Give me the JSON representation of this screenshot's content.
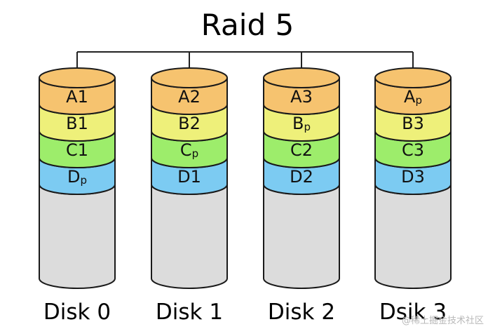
{
  "title": "Raid 5",
  "colors": {
    "A": "#f6c36f",
    "B": "#eef07a",
    "C": "#9ded6b",
    "D": "#7ccbf2",
    "empty": "#dcdcdc",
    "outline": "#1a1a1a"
  },
  "disks": [
    {
      "name": "Disk 0",
      "blocks": [
        {
          "base": "A1",
          "sub": ""
        },
        {
          "base": "B1",
          "sub": ""
        },
        {
          "base": "C1",
          "sub": ""
        },
        {
          "base": "D",
          "sub": "p"
        }
      ]
    },
    {
      "name": "Disk 1",
      "blocks": [
        {
          "base": "A2",
          "sub": ""
        },
        {
          "base": "B2",
          "sub": ""
        },
        {
          "base": "C",
          "sub": "p"
        },
        {
          "base": "D1",
          "sub": ""
        }
      ]
    },
    {
      "name": "Disk 2",
      "blocks": [
        {
          "base": "A3",
          "sub": ""
        },
        {
          "base": "B",
          "sub": "p"
        },
        {
          "base": "C2",
          "sub": ""
        },
        {
          "base": "D2",
          "sub": ""
        }
      ]
    },
    {
      "name": "Dsik 3",
      "blocks": [
        {
          "base": "A",
          "sub": "p"
        },
        {
          "base": "B3",
          "sub": ""
        },
        {
          "base": "C3",
          "sub": ""
        },
        {
          "base": "D3",
          "sub": ""
        }
      ]
    }
  ],
  "watermark": "@稀土掘金技术社区"
}
